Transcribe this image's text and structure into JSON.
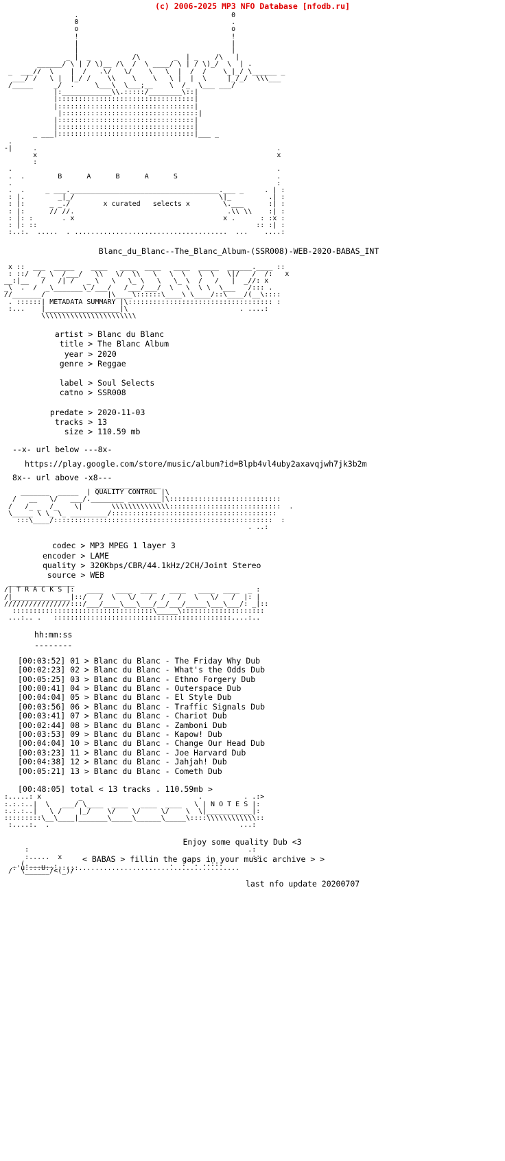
{
  "header": {
    "copyright": "(c) 2006-2025 MP3 NFO Database [nfodb.ru]",
    "copyright_color": "#e00000"
  },
  "logo": {
    "tagline_letters": "B      A      B      A      S",
    "tagline": "x curated   selects x",
    "ascii_top": "                 .                                     0\n                 0                                     .\n                 o                                     o\n                 !                                     !\n                 |                                     |\n                 |                                     |\n               _ | _          /\\        _ | _    /\\    |\n        ______/ \\|/ \\)__ /\\  /  \\ _____/ \\|/ \\)_/  \\   | .\n _  ___//  \\   |  /  . \\/  \\/    \\   \\  |  /  /    \\_|_/ \\______ _\n  ___/ /   \\|  |_/ /   \\\\    \\    \\   \\|  |  \\     |_/_/  \\\\\\___\n /_____     _/ .    \\___\\ \\___;__   \\   /_  \\___ ___/\n            |:____________\\\\.:::::/________\\::|\n            |:::::::::::::::::::::::::::::::::|\n            |:::::::::::::::::::::::::::::::::|\n             |:::::::::::::::::::::::::::::::::|\n            |:::::::::::::::::::::::::::::::::|\n            |:::::::::::::::::::::::::::::::::|\n       _ ___|:::::::::::::::::::::::::::::::::|___ _",
    "ascii_bottom": "  .  .       _ ___.________________________________.___ _   . | :\n  : |.        _|_/                                  \\|_        .| :\n  : |:      _ _./                                    \\.___     :| :\n  : |:      // //.                                    .\\\\ \\\\   :| :\n  : |: :      . x                                      x .   : :x :\n  : |: ::                                                   :: :| :\n  :..:.  .....  . ..................................... ...   ....:"
  },
  "release": {
    "name": "Blanc_du_Blanc--The_Blanc_Album-(SSR008)-WEB-2020-BABAS_INT"
  },
  "sections": {
    "metadata_title": "METADATA SUMMARY",
    "quality_title": "QUALITY CONTROL",
    "tracks_title": "T R A C K S",
    "notes_title": "N O T E S"
  },
  "metadata": {
    "rows": [
      {
        "label": "artist",
        "sep": ">",
        "value": "Blanc du Blanc"
      },
      {
        "label": "title",
        "sep": ">",
        "value": "The Blanc Album"
      },
      {
        "label": "year",
        "sep": ">",
        "value": "2020"
      },
      {
        "label": "genre",
        "sep": ">",
        "value": "Reggae"
      },
      {
        "label": "label",
        "sep": ">",
        "value": "Soul Selects"
      },
      {
        "label": "catno",
        "sep": ">",
        "value": "SSR008"
      },
      {
        "label": "predate",
        "sep": ">",
        "value": "2020-11-03"
      },
      {
        "label": "tracks",
        "sep": ">",
        "value": "13"
      },
      {
        "label": "size",
        "sep": ">",
        "value": "110.59 mb"
      }
    ],
    "block_text": "  artist > Blanc du Blanc\n   title > The Blanc Album\n    year > 2020\n   genre > Reggae\n\n   label > Soul Selects\n   catno > SSR008\n\n predate > 2020-11-03\n  tracks > 13\n    size > 110.59 mb"
  },
  "url_section": {
    "marker_before": "--x- url below ---8x-",
    "url": "https://play.google.com/store/music/album?id=Blpb4vl4uby2axavqjwh7jk3b2m",
    "marker_after": "8x-- url above -x8---"
  },
  "quality": {
    "rows": [
      {
        "label": "codec",
        "sep": ">",
        "value": "MP3 MPEG 1 layer 3"
      },
      {
        "label": "encoder",
        "sep": ">",
        "value": "LAME"
      },
      {
        "label": "quality",
        "sep": ">",
        "value": "320Kbps/CBR/44.1kHz/2CH/Joint Stereo"
      },
      {
        "label": "source",
        "sep": ">",
        "value": "WEB"
      }
    ],
    "block_text": "  codec > MP3 MPEG 1 layer 3\nencoder > LAME\nquality > 320Kbps/CBR/44.1kHz/2CH/Joint Stereo\n source > WEB"
  },
  "tracks": {
    "time_header": "hh:mm:ss",
    "time_header_rule": "--------",
    "items": [
      {
        "time": "[00:03:52]",
        "num": "01",
        "sep": ">",
        "artist": "Blanc du Blanc",
        "dash": "-",
        "title": "The Friday Why Dub"
      },
      {
        "time": "[00:02:23]",
        "num": "02",
        "sep": ">",
        "artist": "Blanc du Blanc",
        "dash": "-",
        "title": "What's the Odds Dub"
      },
      {
        "time": "[00:05:25]",
        "num": "03",
        "sep": ">",
        "artist": "Blanc du Blanc",
        "dash": "-",
        "title": "Ethno Forgery Dub"
      },
      {
        "time": "[00:00:41]",
        "num": "04",
        "sep": ">",
        "artist": "Blanc du Blanc",
        "dash": "-",
        "title": "Outerspace Dub"
      },
      {
        "time": "[00:04:04]",
        "num": "05",
        "sep": ">",
        "artist": "Blanc du Blanc",
        "dash": "-",
        "title": "El Style Dub"
      },
      {
        "time": "[00:03:56]",
        "num": "06",
        "sep": ">",
        "artist": "Blanc du Blanc",
        "dash": "-",
        "title": "Traffic Signals Dub"
      },
      {
        "time": "[00:03:41]",
        "num": "07",
        "sep": ">",
        "artist": "Blanc du Blanc",
        "dash": "-",
        "title": "Chariot Dub"
      },
      {
        "time": "[00:02:44]",
        "num": "08",
        "sep": ">",
        "artist": "Blanc du Blanc",
        "dash": "-",
        "title": "Zamboni Dub"
      },
      {
        "time": "[00:03:53]",
        "num": "09",
        "sep": ">",
        "artist": "Blanc du Blanc",
        "dash": "-",
        "title": "Kapow! Dub"
      },
      {
        "time": "[00:04:04]",
        "num": "10",
        "sep": ">",
        "artist": "Blanc du Blanc",
        "dash": "-",
        "title": "Change Our Head Dub"
      },
      {
        "time": "[00:03:23]",
        "num": "11",
        "sep": ">",
        "artist": "Blanc du Blanc",
        "dash": "-",
        "title": "Joe Harvard Dub"
      },
      {
        "time": "[00:04:38]",
        "num": "12",
        "sep": ">",
        "artist": "Blanc du Blanc",
        "dash": "-",
        "title": "Jahjah! Dub"
      },
      {
        "time": "[00:05:21]",
        "num": "13",
        "sep": ">",
        "artist": "Blanc du Blanc",
        "dash": "-",
        "title": "Cometh Dub"
      }
    ],
    "total_line": "[00:48:05] total < 13 tracks . 110.59mb >",
    "list_text": "[00:03:52] 01 > Blanc du Blanc - The Friday Why Dub\n[00:02:23] 02 > Blanc du Blanc - What's the Odds Dub\n[00:05:25] 03 > Blanc du Blanc - Ethno Forgery Dub\n[00:00:41] 04 > Blanc du Blanc - Outerspace Dub\n[00:04:04] 05 > Blanc du Blanc - El Style Dub\n[00:03:56] 06 > Blanc du Blanc - Traffic Signals Dub\n[00:03:41] 07 > Blanc du Blanc - Chariot Dub\n[00:02:44] 08 > Blanc du Blanc - Zamboni Dub\n[00:03:53] 09 > Blanc du Blanc - Kapow! Dub\n[00:04:04] 10 > Blanc du Blanc - Change Our Head Dub\n[00:03:23] 11 > Blanc du Blanc - Joe Harvard Dub\n[00:04:38] 12 > Blanc du Blanc - Jahjah! Dub\n[00:05:21] 13 > Blanc du Blanc - Cometh Dub"
  },
  "notes": {
    "message": "Enjoy some quality Dub <3"
  },
  "footer": {
    "group_line": "< BABAS > fillin the gaps in your music archive > >",
    "last_update": "last nfo update 20200707"
  },
  "ascii": {
    "metadata_banner": "  x ::   ___  _____     ____   ____  ____   ____  _____  ______ .____::\n  : ::/  /_ \\  /____/  \\\\   \\/  \\\\   \\   \\  \\   \\  \\   \\ |/   /:\n __:|__    /   /|  /  _  \\   \\  \\_  \\   \\   \\_  \\/   /   !  _//: x\n _\\  .  /  _\\________\\_/___/   /___/___/ \\   \\  \\ \\ \\  \\___   /::: .\n//_______/               |\\____\\::::::\\____\\ \\____/::\\____/(__\\::::\n  . ::::::| METADATA SUMMARY  |\\:::::::::::::::::::::::::::::::::: :\n  :...    |___________________|\\                          . ....:\n          \\\\\\\\\\\\\\\\\\\\\\\\\\\\\\\\\\\\\\",
    "quality_banner": "    ________  _____ | QUALITY CONTROL |\\\n  /   __   \\/  ___/.______________|\\::::::::::::::::::::::::::::\n /   /_ _ /_    \\|     \\\\\\\\\\\\\\\\\\\\\\\\\\\\::::::::::::::::::::::::::  .\n \\______\\ \\_ \\_ _________/::::::::::::::::::::::::::::::::::::::\n    :::\\____/:::::::::::::::::::::::::::::::::::::::::::::::::: :\n                                                          . ..:",
    "tracks_banner": " _______________\n/| T R A C K S |:   ____  ____  ____   ____  ____  ____  _:\n/|_____________|::/   /  \\   \\/   /  /   /  \\   \\/   /  |:\n///////////////:::/___/____\\___\\___/__/___/____\\___\\___/:_|::\n   ::::::::::::::::::::::::::::::::\\_____\\:::::::::::::::::\n  ...:.. .  ::::::::::::::::::::::::::::::::::::::::::...:..",
    "notes_banner": ":.....: x        _                           .          . .:>\n:.:.:..| \\   ___/ \\____  ____   ____  ____  \\ | N O T E S |:\n:.:.:..|  \\ /   |_/    \\/    \\ /    \\/    \\  \\|___________|:\n:::::::::\\__\\___|______\\_____\\______\\_____\\:::\\\\\\\\\\\\\\\\\\\\\\\\::\n:....:.  .                                            ...:",
    "signature": "    :                                                    .:\n    :.....  x                                          .::\n  _ (.______.                            .  .  . ..:::\n /  \\______/<(_)/  <",
    "signature_tail": "  :'u::::U:::::::...................................."
  }
}
